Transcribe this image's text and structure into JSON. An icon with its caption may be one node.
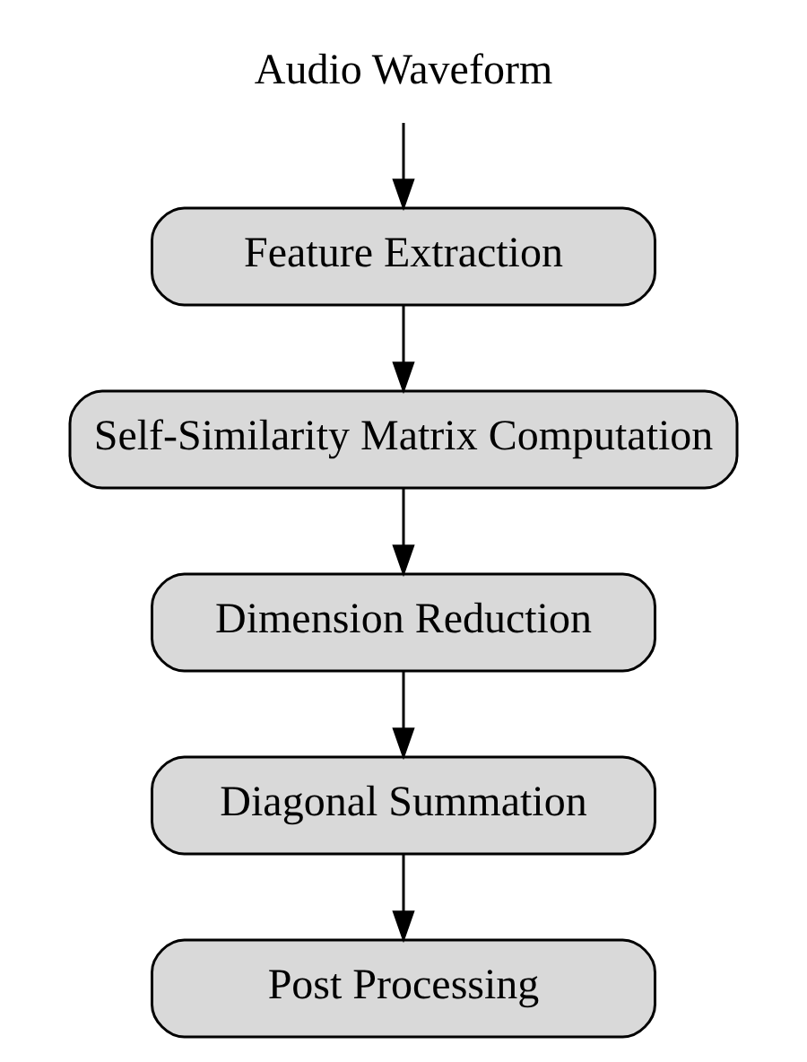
{
  "diagram": {
    "nodes": [
      {
        "text": [
          "Audio Waveform"
        ]
      },
      {
        "text": [
          "Feature Extraction"
        ]
      },
      {
        "text": [
          "Self-Similarity Matrix Computation"
        ]
      },
      {
        "text": [
          "Dimension Reduction"
        ]
      },
      {
        "text": [
          "Diagonal Summation"
        ]
      },
      {
        "text": [
          "Post Processing"
        ]
      }
    ],
    "edges": [
      {
        "from": 0,
        "to": 1,
        "arrow": "to"
      },
      {
        "from": 1,
        "to": 2,
        "arrow": "to"
      },
      {
        "from": 2,
        "to": 3,
        "arrow": "to"
      },
      {
        "from": 3,
        "to": 4,
        "arrow": "to"
      },
      {
        "from": 4,
        "to": 5,
        "arrow": "to"
      }
    ]
  }
}
